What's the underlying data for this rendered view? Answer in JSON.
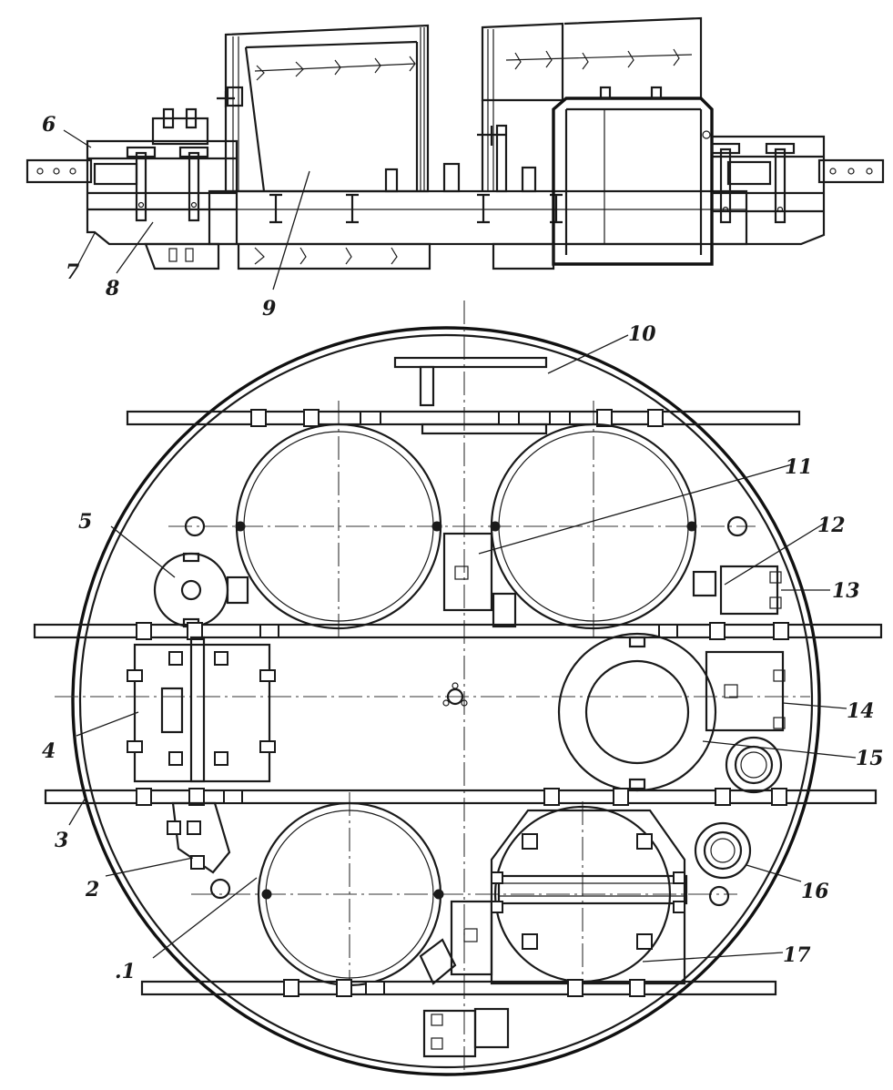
{
  "labels": {
    "l1": ".1",
    "l2": "2",
    "l3": "3",
    "l4": "4",
    "l5": "5",
    "l6": "6",
    "l7": "7",
    "l8": "8",
    "l9": "9",
    "l10": "10",
    "l11": "11",
    "l12": "12",
    "l13": "13",
    "l14": "14",
    "l15": "15",
    "l16": "16",
    "l17": "17"
  }
}
